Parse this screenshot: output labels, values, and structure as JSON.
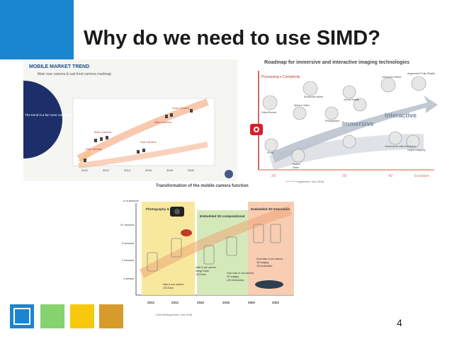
{
  "slide": {
    "title": "Why do we need to use SIMD?",
    "page_number": "4"
  },
  "colors": {
    "accent_blue": "#1a86cf",
    "accent_green": "#86d26f",
    "accent_yellow": "#f6c90e",
    "accent_gold": "#d69b2a"
  },
  "panel_market": {
    "heading": "MOBILE MARKET TREND",
    "subheading": "Main rear camera & sub front camera roadmap",
    "side_note": "The trend is a far more complexity at the system level",
    "years": [
      "2010",
      "2012",
      "2014",
      "2016",
      "2018",
      "2020"
    ],
    "labels": [
      "Main Camera",
      "Dual Camera",
      "Sub Camera",
      "Sub Camera",
      "Main Camera"
    ]
  },
  "panel_roadmap": {
    "heading": "Roadmap for immersive and interactive imaging technologies",
    "axis_label": "Processing x Complexity",
    "stages": [
      "Immersive",
      "Interactive"
    ],
    "dims": [
      "2D",
      "3D",
      "4D",
      "Evolution"
    ],
    "nodes": [
      "Video/Screen",
      "Enhanced reliefs",
      "Virtual Reality",
      "Interactive World",
      "Augmented Fully Reality",
      "Sphere Video",
      "Photosphere",
      "Photo",
      "Picture",
      "Selfie",
      "virtual world with interaction",
      "Object mapping"
    ],
    "source": "(Yole Développement, June 2016)"
  },
  "panel_transformation": {
    "heading": "Transformation of the mobile camera function",
    "y_axis": "# of sensors",
    "rows": [
      "3+ sensors",
      "3 sensors",
      "2 sensors",
      "1 sensor"
    ],
    "years": [
      "2012",
      "2014",
      "2016",
      "2018",
      "2020",
      "2022"
    ],
    "stage1": "Photography & video",
    "stage2": "Embedded 3D computational",
    "stage3": "Embedded 3D Interactive",
    "notes": [
      "Main & sub camera",
      "LED flash",
      "Main & sub camera",
      "Range finder",
      "LED flash",
      "Dual main or sub camera",
      "3D imaging",
      "LED illumination",
      "Dual Main & sub camera",
      "3D imaging",
      "VR localization"
    ],
    "source": "(Yole Développement, June 2016)"
  }
}
